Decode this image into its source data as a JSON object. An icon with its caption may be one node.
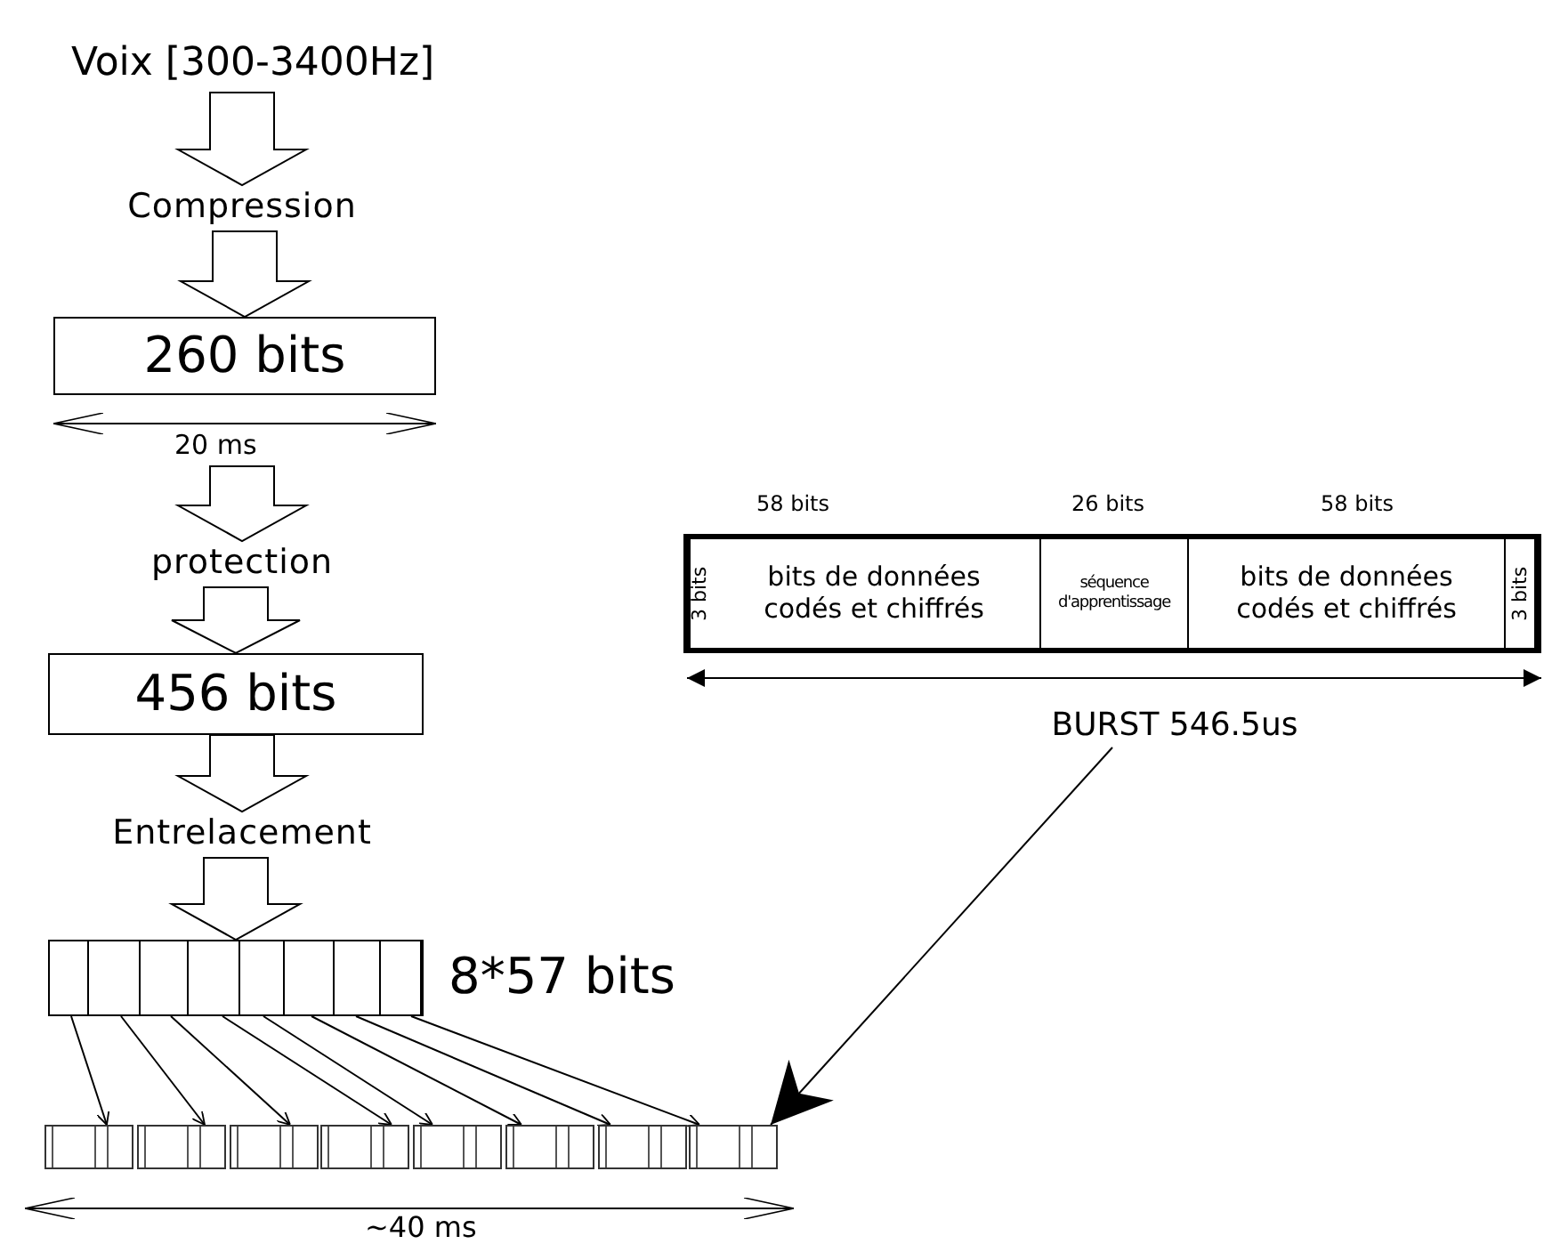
{
  "diagram": {
    "nodes": [
      {
        "text": [
          "Voix [300-3400Hz]"
        ]
      },
      {
        "text": [
          "Compression"
        ]
      },
      {
        "text": [
          "260 bits"
        ]
      },
      {
        "text": [
          "protection"
        ]
      },
      {
        "text": [
          "456 bits"
        ]
      },
      {
        "text": [
          "Entrelacement"
        ]
      },
      {
        "text": [],
        "shape": "box",
        "beside": [
          "8*57 bits"
        ]
      },
      {
        "text": [],
        "shape": "box",
        "in": 6
      },
      {
        "text": [],
        "shape": "box",
        "in": 6
      },
      {
        "text": [],
        "shape": "box",
        "in": 6
      },
      {
        "text": [],
        "shape": "box",
        "in": 6
      },
      {
        "text": [],
        "shape": "box",
        "in": 6
      },
      {
        "text": [],
        "shape": "box",
        "in": 6
      },
      {
        "text": [],
        "shape": "box",
        "in": 6
      },
      {
        "text": [],
        "shape": "box",
        "in": 6
      },
      {
        "text": [],
        "shape": "box"
      },
      {
        "text": [],
        "shape": "box"
      },
      {
        "text": [],
        "shape": "box"
      },
      {
        "text": [],
        "shape": "box"
      },
      {
        "text": [],
        "shape": "box"
      },
      {
        "text": [],
        "shape": "box"
      },
      {
        "text": [],
        "shape": "box"
      },
      {
        "text": [],
        "shape": "box"
      },
      {
        "text": [],
        "shape": "box"
      },
      {
        "text": [
          "3 bits"
        ],
        "in": 23
      },
      {
        "text": [
          "bits de données codés et chiffrés"
        ],
        "in": 23
      },
      {
        "text": [
          "séquence d'apprentissage"
        ],
        "in": 23
      },
      {
        "text": [
          "bits de données codés et chiffrés"
        ],
        "in": 23
      },
      {
        "text": [
          "3 bits"
        ],
        "in": 23
      },
      {
        "text": [
          "BURST 546.5us"
        ]
      }
    ],
    "edges": [
      {
        "from": 0,
        "to": 1,
        "arrow": "to"
      },
      {
        "from": 1,
        "to": 2,
        "arrow": "to"
      },
      {
        "from": 2,
        "to": 3,
        "arrow": "to"
      },
      {
        "from": 3,
        "to": 4,
        "arrow": "to"
      },
      {
        "from": 4,
        "to": 5,
        "arrow": "to"
      },
      {
        "from": 5,
        "to": 6,
        "arrow": "to"
      },
      {
        "from": 7,
        "to": 15,
        "arrow": "to"
      },
      {
        "from": 8,
        "to": 16,
        "arrow": "to"
      },
      {
        "from": 9,
        "to": 17,
        "arrow": "to"
      },
      {
        "from": 10,
        "to": 18,
        "arrow": "to"
      },
      {
        "from": 11,
        "to": 19,
        "arrow": "to"
      },
      {
        "from": 12,
        "to": 20,
        "arrow": "to"
      },
      {
        "from": 13,
        "to": 21,
        "arrow": "to"
      },
      {
        "from": 14,
        "to": 22,
        "arrow": "to"
      },
      {
        "from": 29,
        "to": 22,
        "arrow": "to"
      }
    ],
    "labels": [
      "20 ms",
      "58 bits",
      "26 bits",
      "58 bits",
      "~40 ms"
    ]
  }
}
